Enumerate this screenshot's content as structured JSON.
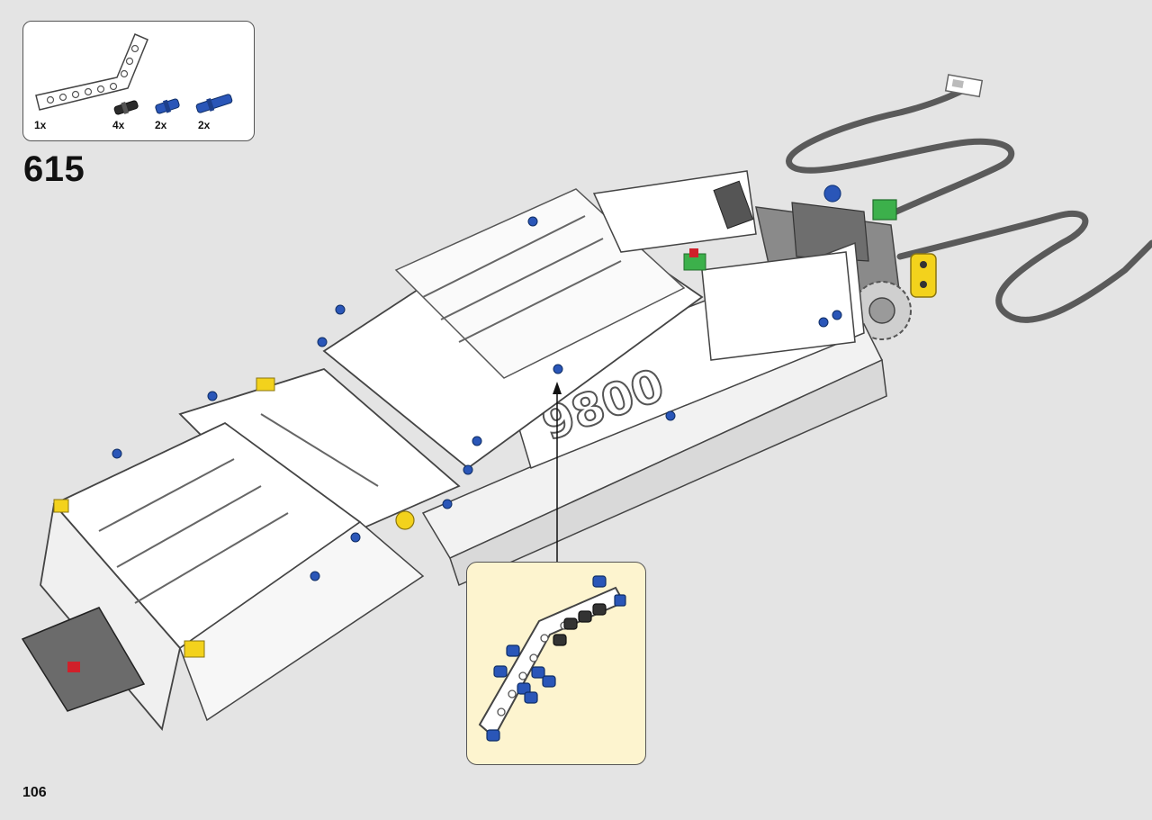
{
  "parts_list": {
    "items": [
      {
        "qty": "1x",
        "part": "white-bent-liftarm-icon"
      },
      {
        "qty": "4x",
        "part": "black-friction-pin-icon"
      },
      {
        "qty": "2x",
        "part": "blue-axle-pin-icon"
      },
      {
        "qty": "2x",
        "part": "blue-long-pin-icon"
      }
    ]
  },
  "step": {
    "number": "615"
  },
  "model": {
    "decal_text": "9800"
  },
  "page": {
    "number": "106"
  },
  "colors": {
    "background": "#e4e4e4",
    "callout_background": "#fdf4cf",
    "pin_blue": "#2a56b8",
    "beam_white": "#ffffff",
    "accent_yellow": "#f3d21c",
    "accent_green": "#3cb04b",
    "accent_red": "#d0202a"
  }
}
